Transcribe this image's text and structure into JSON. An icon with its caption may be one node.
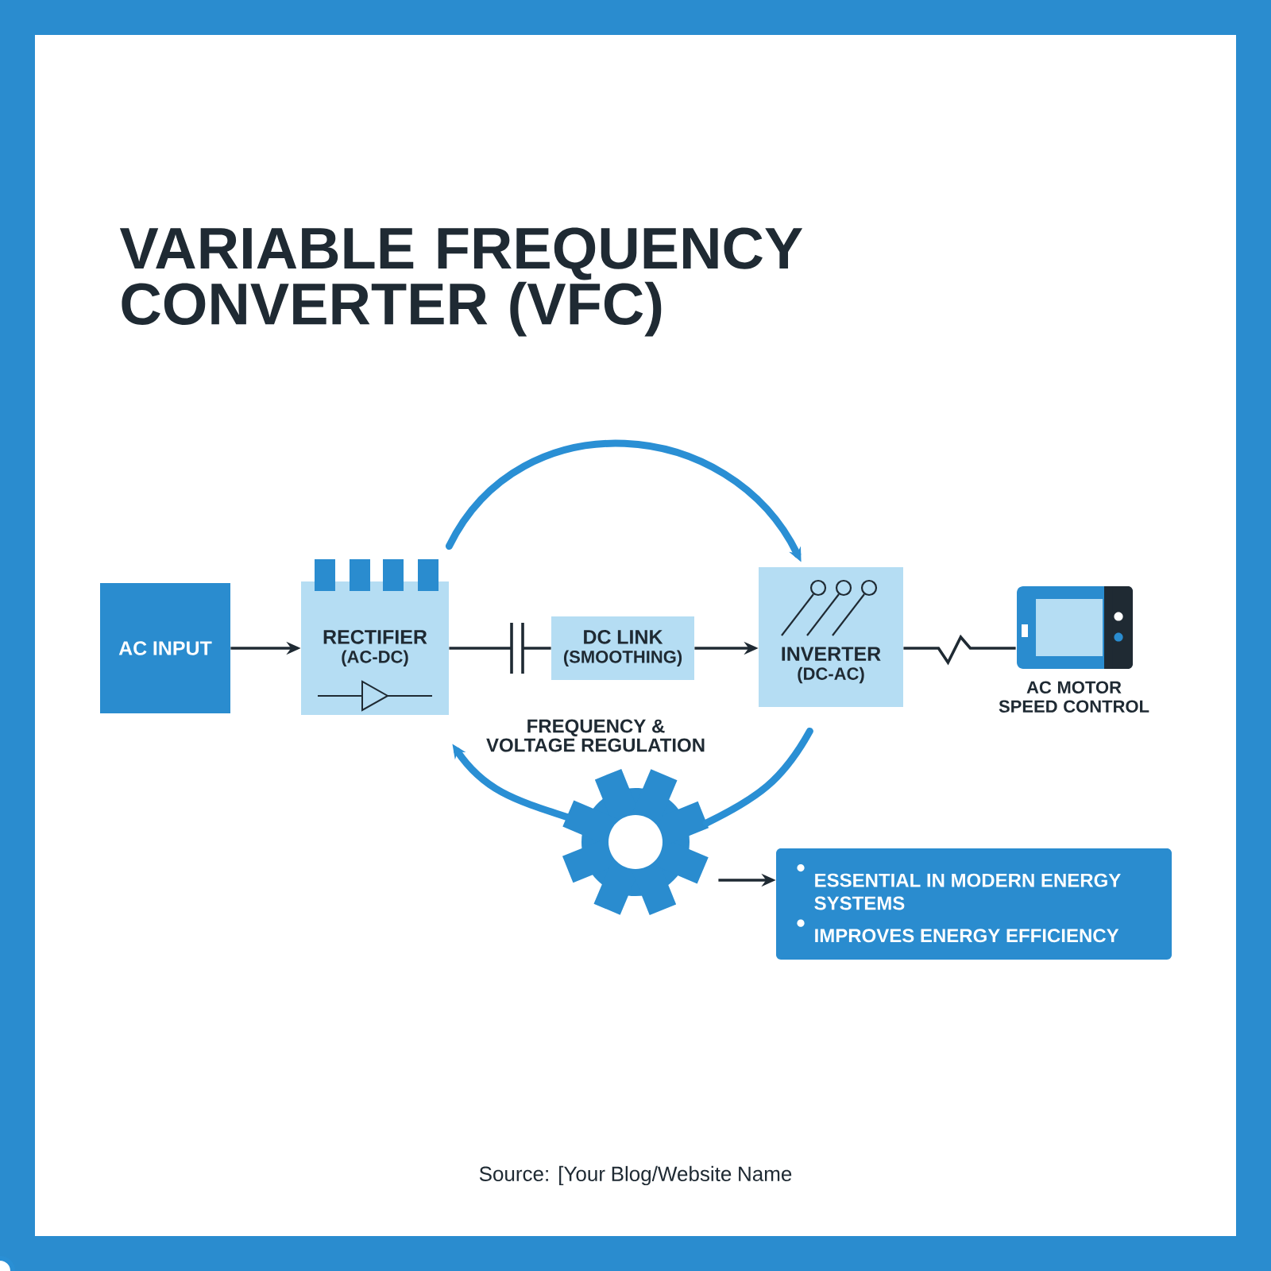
{
  "diagram": {
    "title": "VARIABLE FREQUENCY CONVERTER (VFC)",
    "nodes": [
      {
        "text": [
          "AC INPUT"
        ]
      },
      {
        "text": [
          "RECTIFIER",
          "(AC-DC)"
        ]
      },
      {
        "text": [
          "DC LINK",
          "(SMOOTHING)"
        ]
      },
      {
        "text": [
          "INVERTER",
          "(DC-AC)"
        ]
      },
      {
        "text": [
          "AC MOTOR SPEED CONTROL"
        ]
      },
      {
        "text": [],
        "shape": "gear"
      },
      {
        "text": [
          "ESSENTIAL IN MODERN ENERGY SYSTEMS",
          "IMPROVES ENERGY EFFICIENCY"
        ]
      }
    ],
    "edges": [
      {
        "from": 0,
        "to": 1,
        "arrow": "to"
      },
      {
        "from": 1,
        "to": 2,
        "arrow": "none"
      },
      {
        "from": 2,
        "to": 3,
        "arrow": "to"
      },
      {
        "from": 3,
        "to": 4,
        "arrow": "none"
      },
      {
        "from": 1,
        "to": 3,
        "arrow": "to",
        "style": "thick",
        "color": "#2a8fd4"
      },
      {
        "from": 3,
        "to": 5,
        "arrow": "none",
        "style": "thick",
        "color": "#2a8fd4"
      },
      {
        "from": 5,
        "to": 1,
        "arrow": "to",
        "style": "thick",
        "color": "#2a8fd4"
      },
      {
        "from": 5,
        "to": 6,
        "arrow": "to"
      }
    ],
    "labels": [
      "FREQUENCY & VOLTAGE REGULATION",
      "Source: [Your Blog/Website Name"
    ]
  }
}
